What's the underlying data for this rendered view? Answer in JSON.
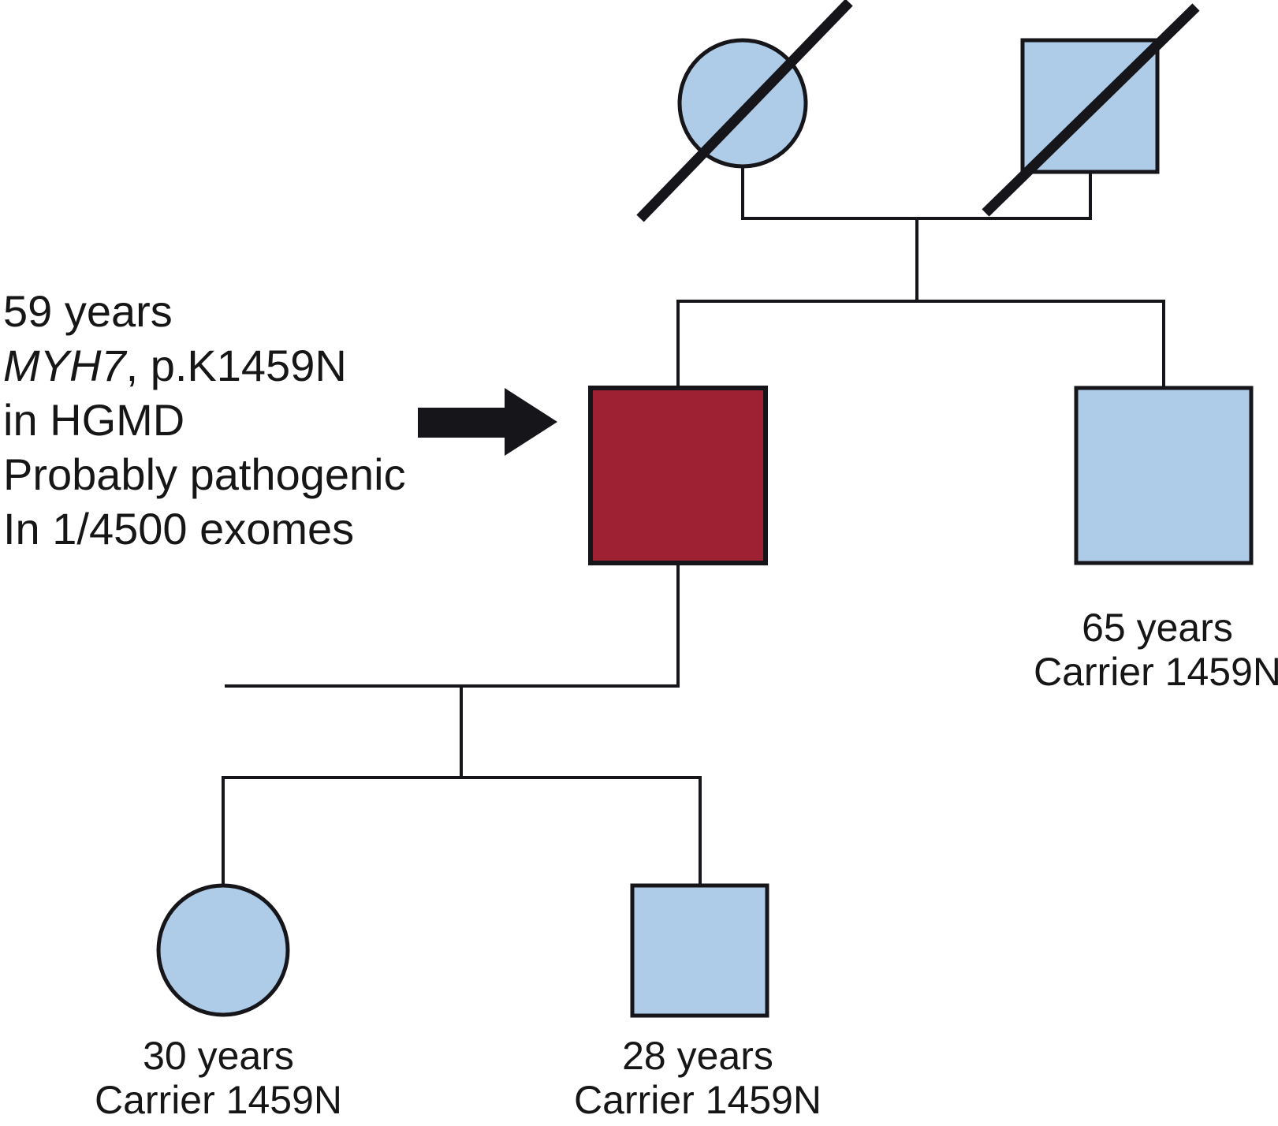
{
  "figure_type": "family-pedigree-diagram",
  "background": "#ffffff",
  "colors": {
    "unaffected_fill": "#aecbe8",
    "affected_fill": "#9e2033",
    "line": "#15151a",
    "text": "#161616"
  },
  "annotation": {
    "line1": "59 years",
    "gene": "MYH7",
    "gene_suffix": ", p.K1459N",
    "line3": "in HGMD",
    "line4": "Probably pathogenic",
    "line5": "In 1/4500 exomes"
  },
  "individuals": [
    {
      "id": "I-1",
      "generation": 1,
      "sex": "female",
      "deceased": true,
      "affected": false,
      "proband": false,
      "label": []
    },
    {
      "id": "I-2",
      "generation": 1,
      "sex": "male",
      "deceased": true,
      "affected": false,
      "proband": false,
      "label": []
    },
    {
      "id": "II-1",
      "generation": 2,
      "sex": "male",
      "deceased": false,
      "affected": true,
      "proband": true,
      "label": []
    },
    {
      "id": "II-2",
      "generation": 2,
      "sex": "male",
      "deceased": false,
      "affected": false,
      "proband": false,
      "label": [
        "65 years",
        "Carrier 1459N"
      ]
    },
    {
      "id": "III-1",
      "generation": 3,
      "sex": "female",
      "deceased": false,
      "affected": false,
      "proband": false,
      "label": [
        "30 years",
        "Carrier 1459N"
      ]
    },
    {
      "id": "III-2",
      "generation": 3,
      "sex": "male",
      "deceased": false,
      "affected": false,
      "proband": false,
      "label": [
        "28 years",
        "Carrier 1459N"
      ]
    }
  ]
}
